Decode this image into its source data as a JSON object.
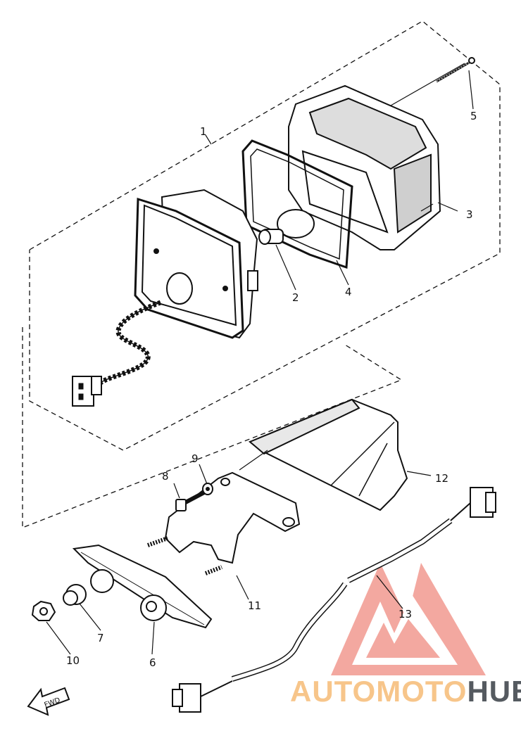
{
  "diagram": {
    "callouts": {
      "c1": "1",
      "c2": "2",
      "c3": "3",
      "c4": "4",
      "c5": "5",
      "c6": "6",
      "c7": "7",
      "c8": "8",
      "c9": "9",
      "c10": "10",
      "c11": "11",
      "c12": "12",
      "c13": "13"
    },
    "fwd_label": "FWD",
    "watermark": {
      "part1": "AUTOMOTO",
      "part2": "HUB"
    },
    "colors": {
      "line": "#111111",
      "watermark_red": "#f29a90",
      "watermark_orange": "#f7c58a",
      "watermark_gray": "#555a60"
    }
  }
}
